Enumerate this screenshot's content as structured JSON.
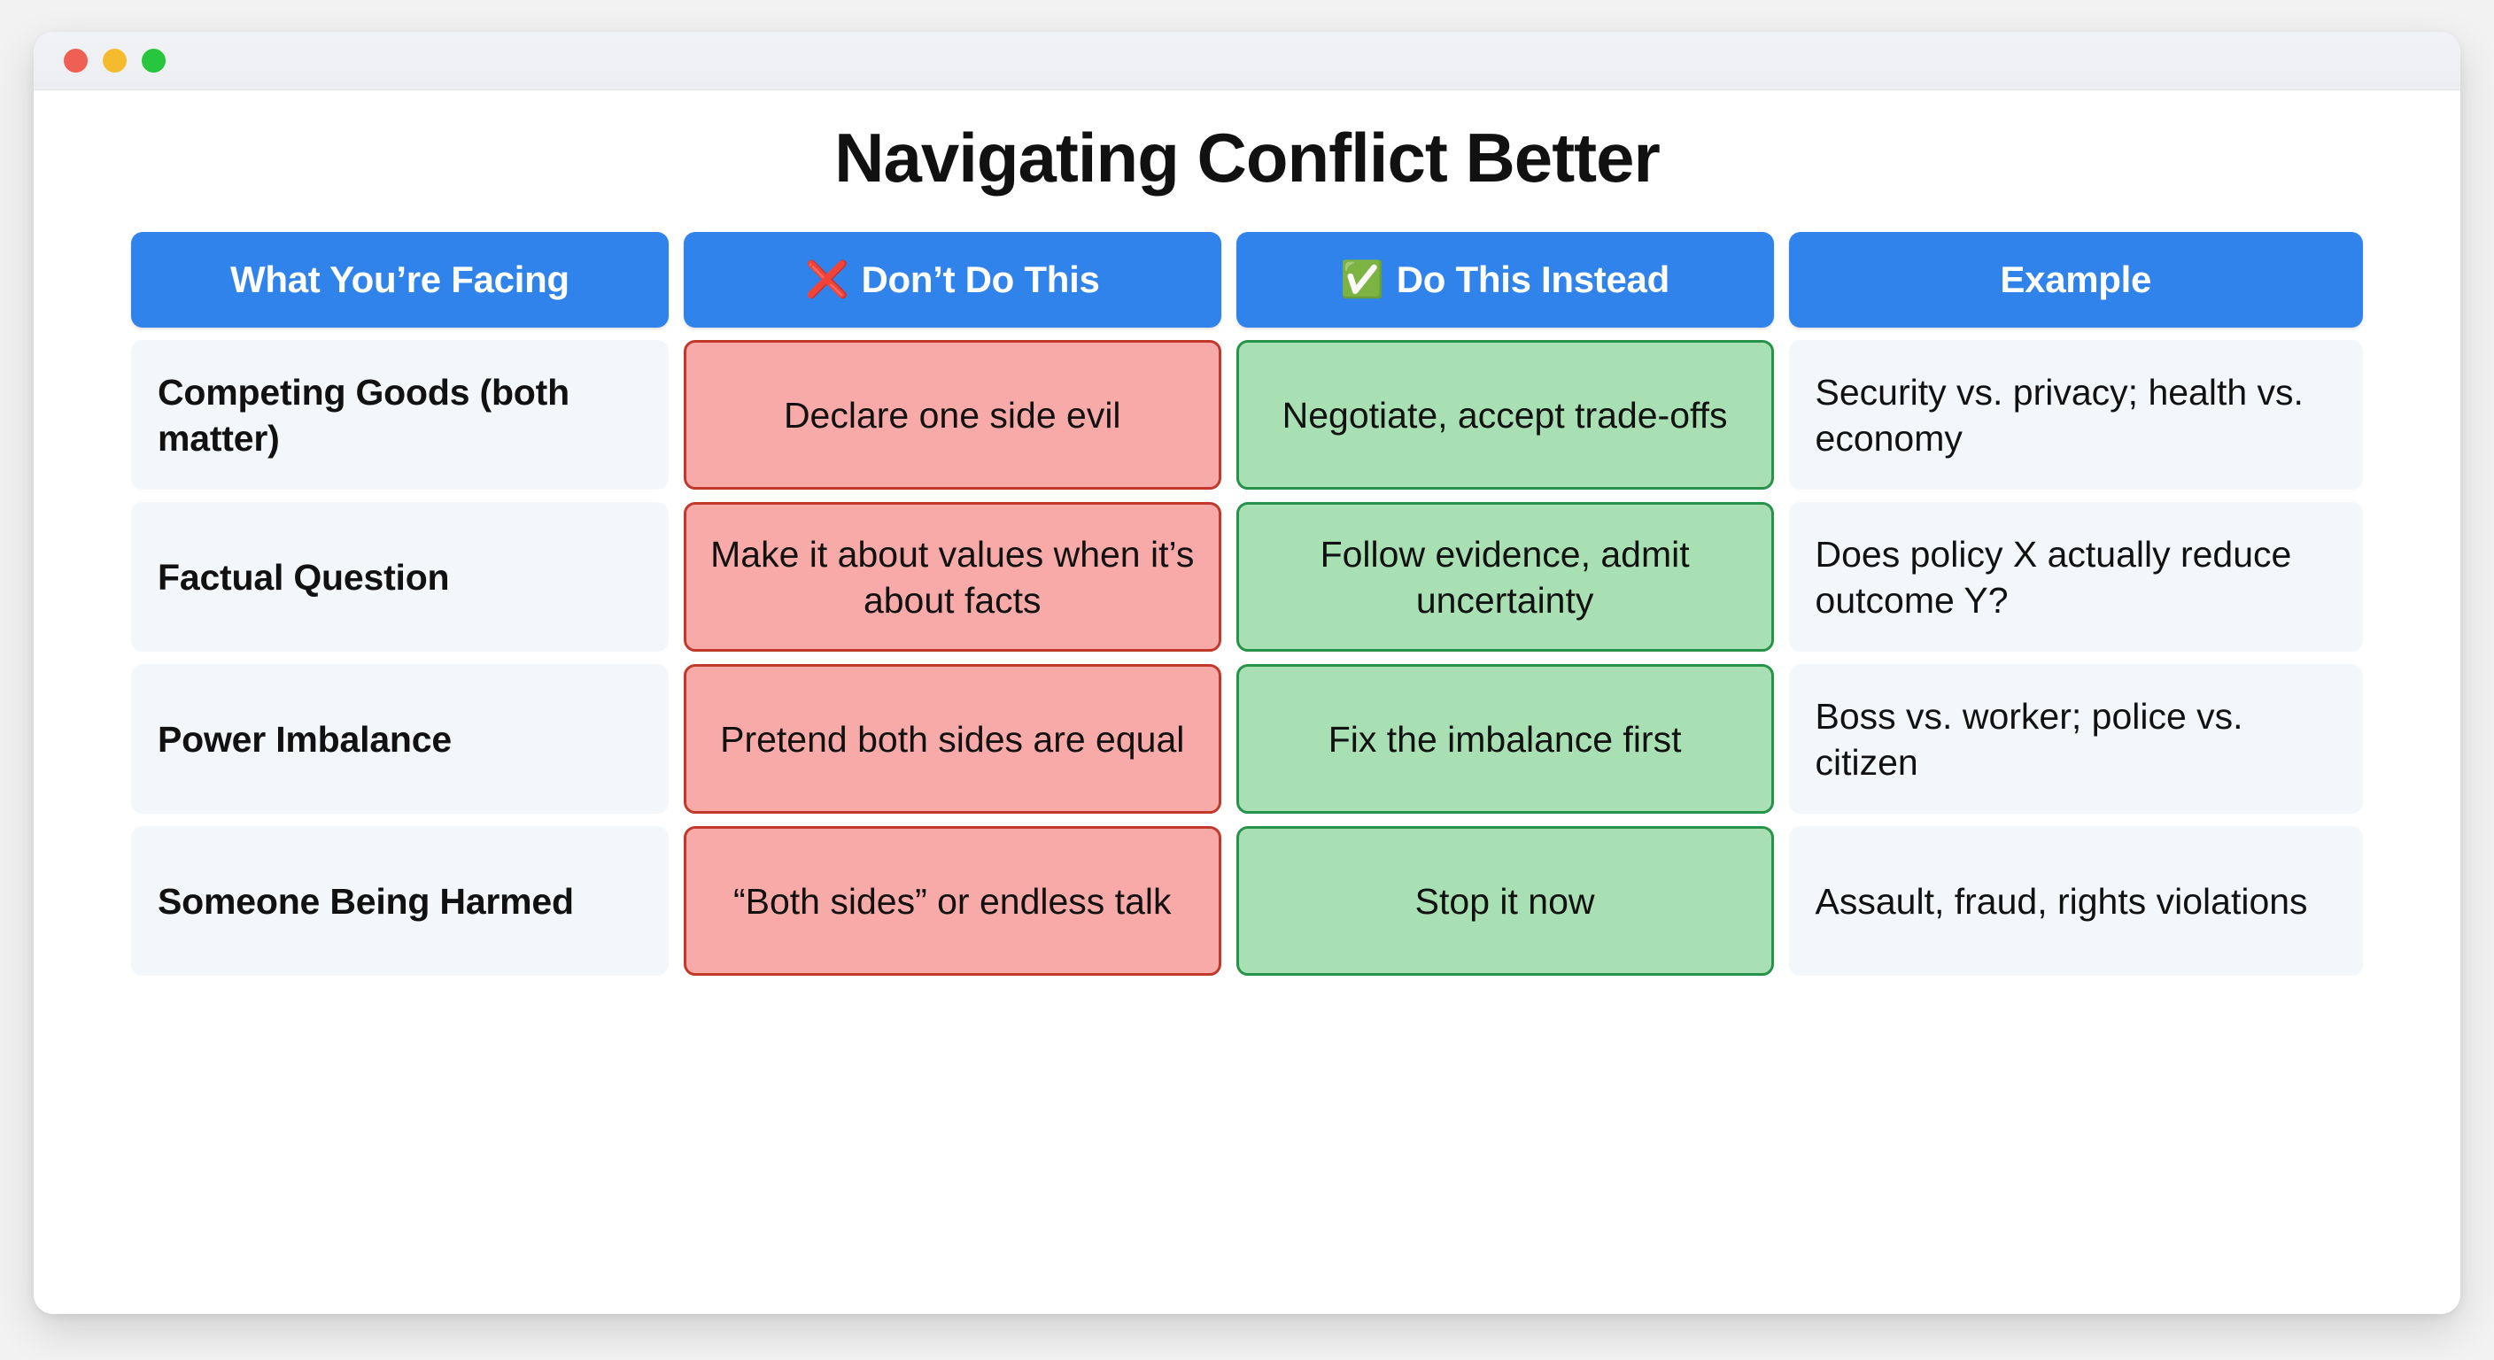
{
  "window": {
    "titlebar": {
      "close_label": "",
      "minimize_label": "",
      "maximize_label": ""
    }
  },
  "page": {
    "title": "Navigating Conflict Better"
  },
  "colors": {
    "header_blue": "#3083ea",
    "dont_fill": "#f7aaa8",
    "dont_border": "#c0392b",
    "do_fill": "#a8e0b3",
    "do_border": "#27934a",
    "neutral_fill": "#f4f7f9",
    "text": "#111111",
    "window_background": "#ffffff",
    "desktop_background": "#f2f2f2"
  },
  "table": {
    "headers": [
      {
        "label": "What You’re Facing",
        "emoji": ""
      },
      {
        "label": "Don’t Do This",
        "emoji": "❌"
      },
      {
        "label": "Do This Instead",
        "emoji": "✅"
      },
      {
        "label": "Example",
        "emoji": ""
      }
    ],
    "rows": [
      {
        "facing": "Competing Goods (both matter)",
        "dont": "Declare one side evil",
        "do": "Negotiate, accept trade-offs",
        "example": "Security vs. privacy; health vs. economy"
      },
      {
        "facing": "Factual Question",
        "dont": "Make it about values when it’s about facts",
        "do": "Follow evidence, admit uncertainty",
        "example": "Does policy X actually reduce outcome Y?"
      },
      {
        "facing": "Power Imbalance",
        "dont": "Pretend both sides are equal",
        "do": "Fix the imbalance first",
        "example": "Boss vs. worker; police vs. citizen"
      },
      {
        "facing": "Someone Being Harmed",
        "dont": "“Both sides” or endless talk",
        "do": "Stop it now",
        "example": "Assault, fraud, rights violations"
      }
    ]
  }
}
